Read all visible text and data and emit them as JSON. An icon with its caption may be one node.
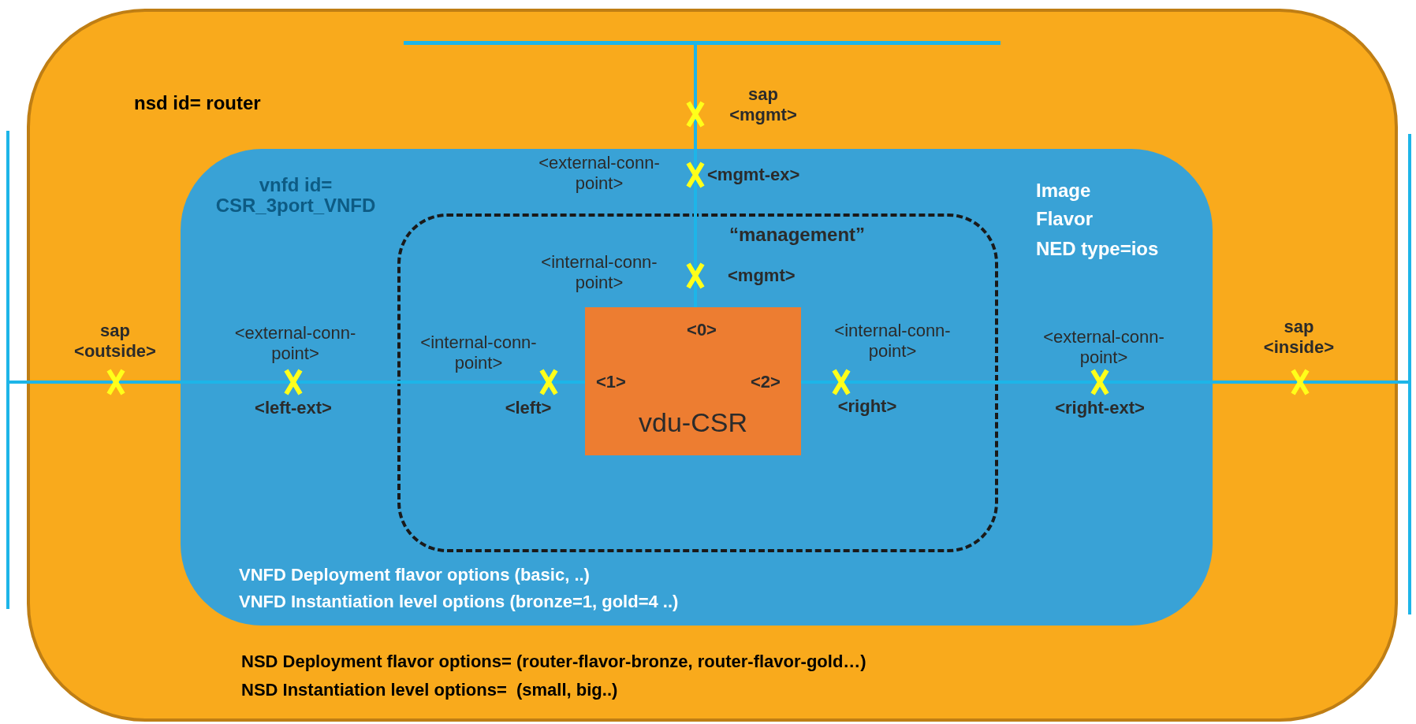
{
  "diagram": {
    "nodes": [
      {
        "text": [
          "nsd id= router",
          "NSD Deployment flavor options= (router-flavor-bronze, router-flavor-gold…)",
          "NSD Instantiation level options=  (small, big..)"
        ]
      },
      {
        "text": [],
        "shape": "bar",
        "in": 0
      },
      {
        "text": [
          "sap <mgmt>"
        ],
        "in": 0
      },
      {
        "text": [],
        "shape": "bar"
      },
      {
        "text": [
          "sap <outside>"
        ],
        "in": 0
      },
      {
        "text": [
          "vnfd id= CSR_3port_VNFD",
          "Image",
          "Flavor",
          "NED type=ios",
          "VNFD Deployment flavor options (basic, ..)",
          "VNFD Instantiation level options (bronze=1, gold=4 ..)"
        ],
        "in": 0
      },
      {
        "text": [
          "<external-conn- point>",
          "<mgmt-ex>"
        ],
        "in": 5
      },
      {
        "text": [
          "<external-conn- point>",
          "<left-ext>"
        ],
        "in": 5
      },
      {
        "text": [
          "“management”"
        ],
        "in": 5
      },
      {
        "text": [
          "<internal-conn- point>",
          "<mgmt>"
        ],
        "in": 8
      },
      {
        "text": [
          "<internal-conn- point>",
          "<left>"
        ],
        "in": 8
      },
      {
        "text": [
          "<0>",
          "<1>",
          "<2>",
          "vdu-CSR"
        ],
        "in": 8
      },
      {
        "text": [
          "<internal-conn- point>",
          "<right>"
        ],
        "in": 8
      },
      {
        "text": [
          "<external-conn- point>",
          "<right-ext>"
        ],
        "in": 5
      },
      {
        "text": [
          "sap <inside>"
        ],
        "in": 0
      },
      {
        "text": [],
        "shape": "bar"
      }
    ],
    "edges": [
      {
        "from": 1,
        "to": 2,
        "arrow": "none"
      },
      {
        "from": 2,
        "to": 6,
        "arrow": "none"
      },
      {
        "from": 6,
        "to": 9,
        "arrow": "none"
      },
      {
        "from": 9,
        "to": 11,
        "arrow": "none"
      },
      {
        "from": 3,
        "to": 4,
        "arrow": "none"
      },
      {
        "from": 4,
        "to": 7,
        "arrow": "none"
      },
      {
        "from": 7,
        "to": 10,
        "arrow": "none"
      },
      {
        "from": 10,
        "to": 11,
        "arrow": "none"
      },
      {
        "from": 11,
        "to": 12,
        "arrow": "none"
      },
      {
        "from": 12,
        "to": 13,
        "arrow": "none"
      },
      {
        "from": 13,
        "to": 14,
        "arrow": "none"
      },
      {
        "from": 14,
        "to": 15,
        "arrow": "none"
      }
    ]
  }
}
